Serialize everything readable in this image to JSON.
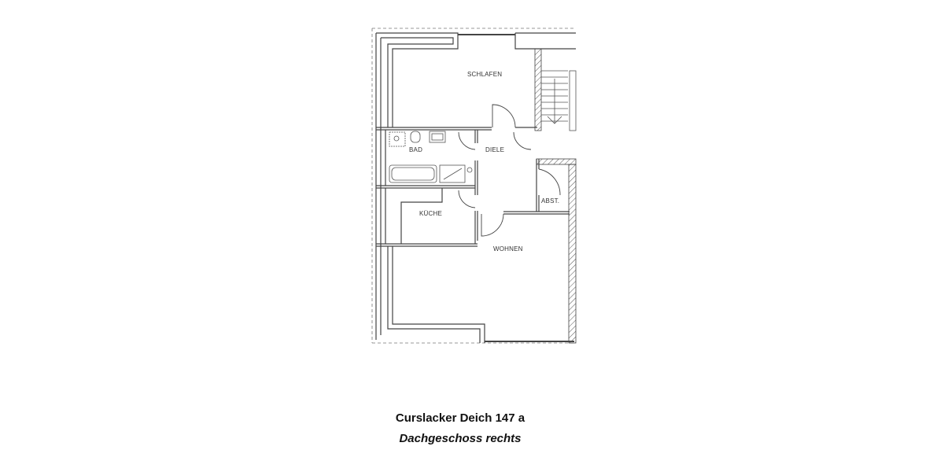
{
  "plan": {
    "rooms": [
      {
        "id": "schlafen",
        "label": "SCHLAFEN"
      },
      {
        "id": "bad",
        "label": "BAD"
      },
      {
        "id": "diele",
        "label": "DIELE"
      },
      {
        "id": "kueche",
        "label": "KÜCHE"
      },
      {
        "id": "abst",
        "label": "ABST."
      },
      {
        "id": "wohnen",
        "label": "WOHNEN"
      }
    ],
    "colors": {
      "line": "#444444",
      "hatch": "#555555",
      "background": "#ffffff"
    }
  },
  "caption": {
    "title": "Curslacker Deich 147 a",
    "subtitle": "Dachgeschoss rechts"
  }
}
